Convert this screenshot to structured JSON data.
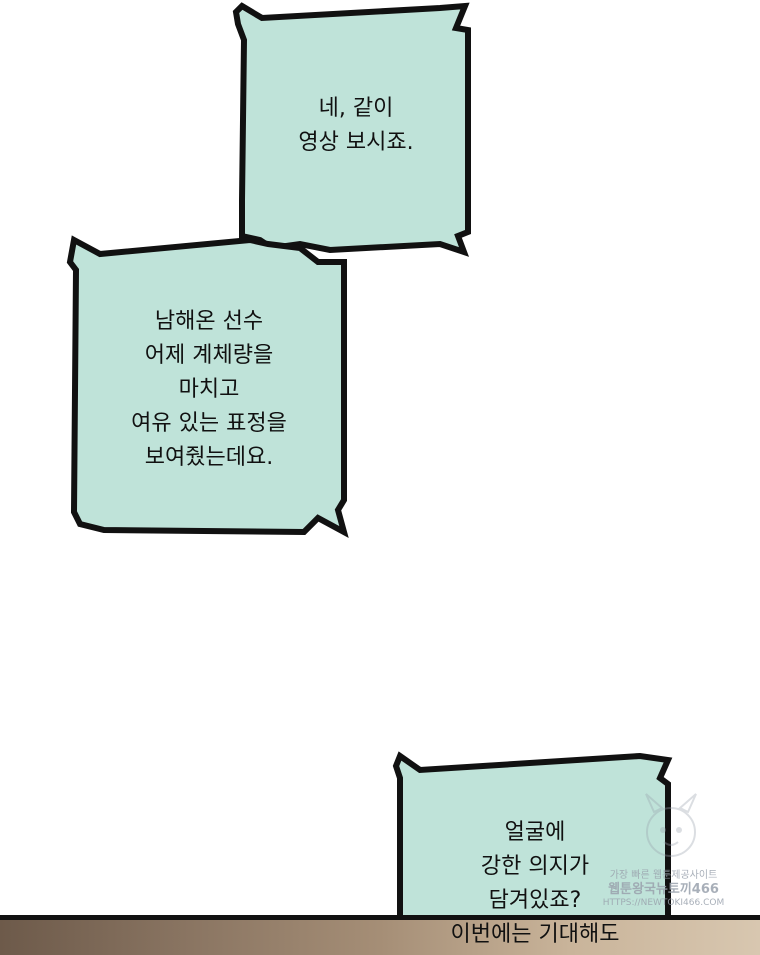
{
  "bubbles": [
    {
      "lines": [
        "네, 같이",
        "영상 보시죠."
      ]
    },
    {
      "lines": [
        "남해온 선수",
        "어제 계체량을",
        "마치고",
        "여유 있는 표정을",
        "보여줬는데요."
      ]
    },
    {
      "lines": [
        "얼굴에",
        "강한 의지가",
        "담겨있죠?",
        "이번에는 기대해도"
      ]
    }
  ],
  "watermark": {
    "line1": "가장 빠른 웹툰제공사이트",
    "line2": "웹툰왕국뉴토끼466",
    "line3": "HTTPS://NEWTOKI466.COM"
  },
  "colors": {
    "bubble_fill": "#bfe3d9",
    "bubble_outline": "#111111",
    "page_background": "#ffffff"
  }
}
